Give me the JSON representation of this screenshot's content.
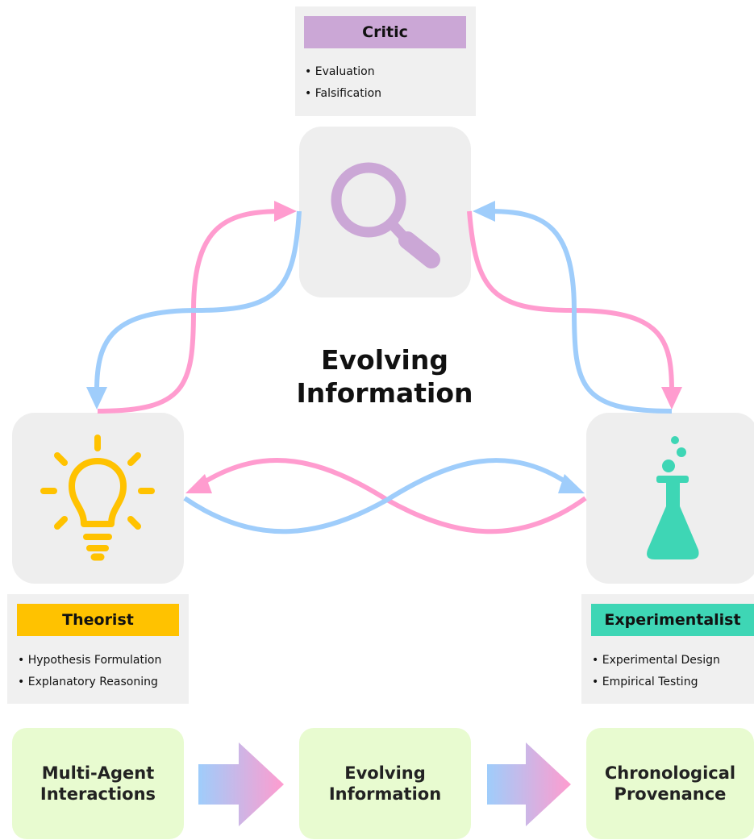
{
  "colors": {
    "critic": "#cba7d6",
    "theorist": "#ffc200",
    "experimentalist": "#3ed6b5",
    "pink": "#ff9ccf",
    "blue": "#9fcdfb",
    "tile": "#eeeeee",
    "step_bg": "#e8fbd0"
  },
  "center_title": "Evolving\nInformation",
  "roles": {
    "critic": {
      "title": "Critic",
      "bullets": [
        "Evaluation",
        "Falsification"
      ],
      "icon": "magnifier-icon"
    },
    "theorist": {
      "title": "Theorist",
      "bullets": [
        "Hypothesis Formulation",
        "Explanatory Reasoning"
      ],
      "icon": "lightbulb-icon"
    },
    "experimentalist": {
      "title": "Experimentalist",
      "bullets": [
        "Experimental Design",
        "Empirical Testing"
      ],
      "icon": "flask-icon"
    }
  },
  "steps": [
    {
      "label": "Multi-Agent\nInteractions"
    },
    {
      "label": "Evolving\nInformation"
    },
    {
      "label": "Chronological\nProvenance"
    }
  ]
}
